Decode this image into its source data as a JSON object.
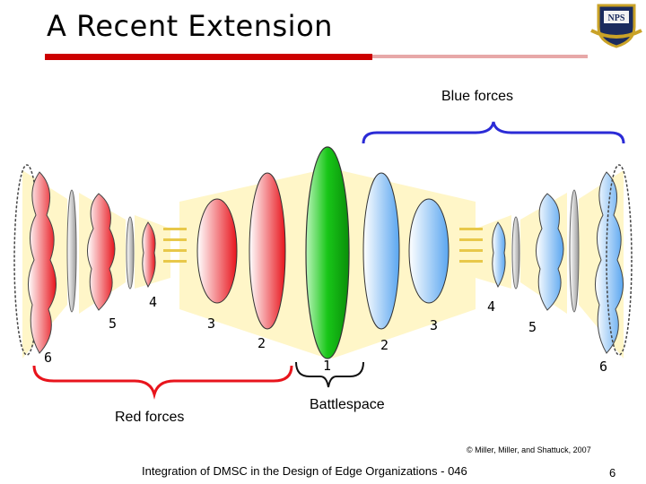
{
  "slide": {
    "title": "A Recent Extension",
    "copyright": "© Miller, Miller, and Shattuck, 2007",
    "footer": "Integration of DMSC in the Design of Edge Organizations - 046",
    "slide_number": "6"
  },
  "logo": {
    "text": "NPS"
  },
  "labels": {
    "blue_forces": "Blue forces",
    "red_forces": "Red forces",
    "battlespace": "Battlespace"
  },
  "numbers": {
    "n1": "1",
    "n2_left": "2",
    "n2_right": "2",
    "n3_left": "3",
    "n3_right": "3",
    "n4_left": "4",
    "n4_right": "4",
    "n5_left": "5",
    "n5_right": "5",
    "n6_left": "6",
    "n6_right": "6"
  },
  "colors": {
    "red": "#e8141c",
    "red_light": "#ff9c9c",
    "green": "#18c618",
    "blue": "#5aa6f0",
    "blue_light": "#a9cff8",
    "bracket_blue": "#2b2bd6",
    "bracket_red": "#e8141c",
    "cone": "#fff6c8"
  }
}
